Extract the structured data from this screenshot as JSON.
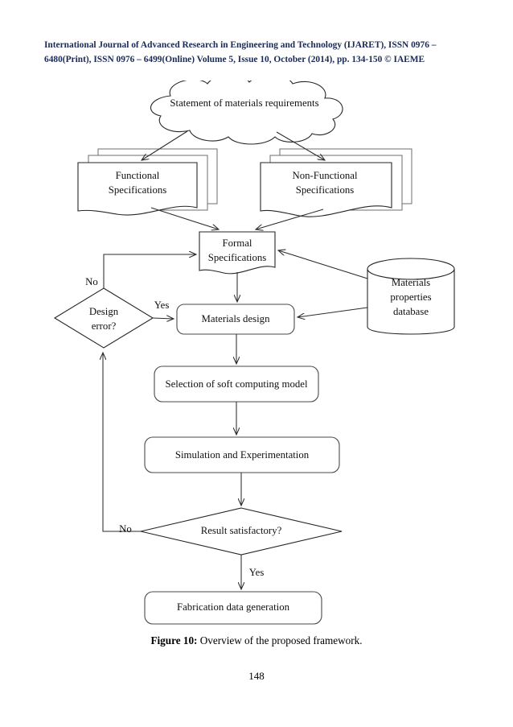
{
  "document": {
    "header_line1": "International Journal of Advanced Research in Engineering and Technology (IJARET), ISSN 0976 –",
    "header_line2": "6480(Print), ISSN 0976 – 6499(Online) Volume 5, Issue 10, October (2014), pp. 134-150 © IAEME",
    "header_color": "#1b2a55",
    "caption_label": "Figure 10:",
    "caption_text": " Overview of the proposed framework.",
    "page_number": "148"
  },
  "figure": {
    "type": "flowchart",
    "nodes": [
      {
        "id": "cloud",
        "shape": "cloud",
        "label": "Statement of materials requirements"
      },
      {
        "id": "func",
        "shape": "document-stack",
        "label_line1": "Functional",
        "label_line2": "Specifications"
      },
      {
        "id": "nonfunc",
        "shape": "document-stack",
        "label_line1": "Non-Functional",
        "label_line2": "Specifications"
      },
      {
        "id": "formal",
        "shape": "document",
        "label_line1": "Formal",
        "label_line2": "Specifications"
      },
      {
        "id": "designerr",
        "shape": "diamond",
        "label_line1": "Design",
        "label_line2": "error?"
      },
      {
        "id": "matdesign",
        "shape": "rounded-rect",
        "label": "Materials design"
      },
      {
        "id": "database",
        "shape": "cylinder",
        "label_line1": "Materials",
        "label_line2": "properties",
        "label_line3": "database"
      },
      {
        "id": "selection",
        "shape": "rounded-rect",
        "label": "Selection of soft computing model"
      },
      {
        "id": "simulation",
        "shape": "rounded-rect",
        "label": "Simulation and Experimentation"
      },
      {
        "id": "result",
        "shape": "diamond",
        "label": "Result satisfactory?"
      },
      {
        "id": "fabrication",
        "shape": "rounded-rect",
        "label": "Fabrication data generation"
      }
    ],
    "edge_labels": {
      "design_no": "No",
      "design_yes": "Yes",
      "result_no": "No",
      "result_yes": "Yes"
    },
    "edges": [
      {
        "from": "cloud",
        "to": "func"
      },
      {
        "from": "cloud",
        "to": "nonfunc"
      },
      {
        "from": "func",
        "to": "formal"
      },
      {
        "from": "nonfunc",
        "to": "formal"
      },
      {
        "from": "formal",
        "to": "matdesign"
      },
      {
        "from": "designerr",
        "to": "formal",
        "label": "No"
      },
      {
        "from": "designerr",
        "to": "matdesign",
        "label": "Yes"
      },
      {
        "from": "database",
        "to": "formal"
      },
      {
        "from": "database",
        "to": "matdesign"
      },
      {
        "from": "matdesign",
        "to": "selection"
      },
      {
        "from": "selection",
        "to": "simulation"
      },
      {
        "from": "simulation",
        "to": "result"
      },
      {
        "from": "result",
        "to": "designerr",
        "label": "No"
      },
      {
        "from": "result",
        "to": "fabrication",
        "label": "Yes"
      }
    ],
    "colors": {
      "shape_stroke": "#4a4a4a",
      "shape_stroke_dark": "#262626",
      "connector": "#2b2b2b",
      "fill": "#ffffff",
      "text": "#111111"
    }
  }
}
